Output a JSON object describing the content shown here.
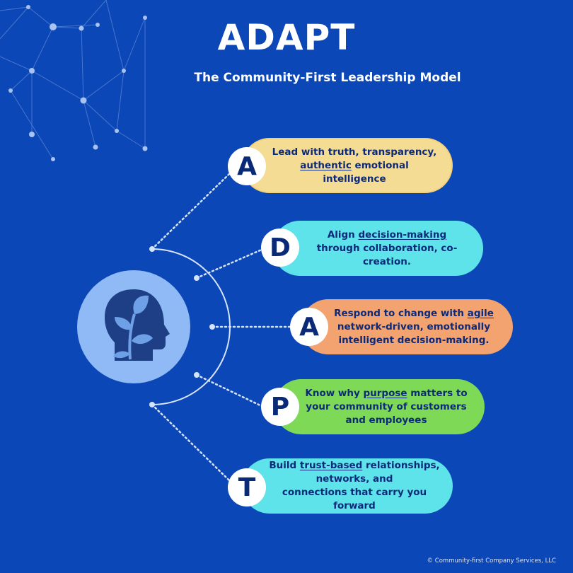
{
  "title": "ADAPT",
  "subtitle": "The Community-First Leadership Model",
  "colors": {
    "background": "#0c47b7",
    "pill_a1": "#f5dc95",
    "pill_d": "#5ee3ea",
    "pill_a2": "#f2a36f",
    "pill_p": "#7ed957",
    "pill_t": "#5ee3ea",
    "text_dark": "#0d2a7a"
  },
  "center_icon": "head-with-plant-icon",
  "items": [
    {
      "letter": "A",
      "pre": "Lead with truth, transparency,",
      "pre2": "",
      "underline": "authentic",
      "post": " emotional intelligence"
    },
    {
      "letter": "D",
      "pre": "Align ",
      "underline": "decision-making",
      "post": "through collaboration, co-creation."
    },
    {
      "letter": "A",
      "pre": "Respond to change with ",
      "underline": "agile",
      "post": "network-driven, emotionally",
      "post2": "intelligent decision-making."
    },
    {
      "letter": "P",
      "pre": "Know why ",
      "underline": "purpose",
      "post": " matters to",
      "post2": "your community of customers",
      "post3": "and employees"
    },
    {
      "letter": "T",
      "pre": "Build ",
      "underline": "trust-based",
      "post": " relationships,",
      "post2": "networks, and",
      "post3": "connections that carry you forward"
    }
  ],
  "footer": "© Community-first Company Services, LLC"
}
